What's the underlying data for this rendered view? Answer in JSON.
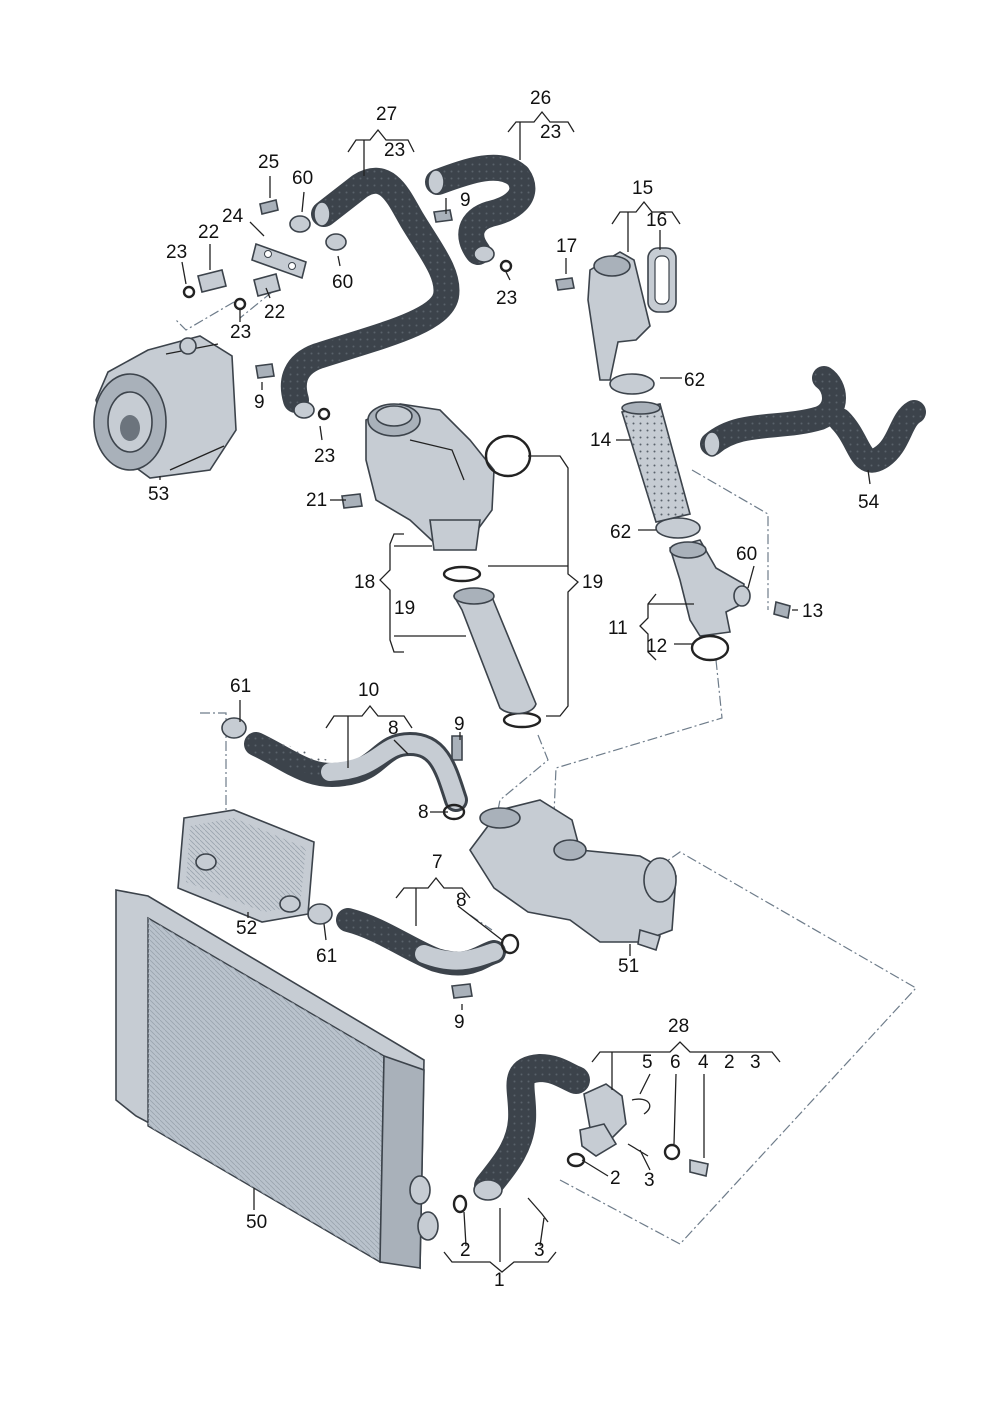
{
  "labels": {
    "l1": "1",
    "l2a": "2",
    "l3a": "3",
    "l2b": "2",
    "l3b": "3",
    "l4": "4",
    "l5": "5",
    "l6": "6",
    "l2c": "2",
    "l3c": "3",
    "l28": "28",
    "l7": "7",
    "l8a": "8",
    "l8b": "8",
    "l8c": "8",
    "l9a": "9",
    "l9b": "9",
    "l9c": "9",
    "l9d": "9",
    "l10": "10",
    "l11": "11",
    "l12": "12",
    "l13": "13",
    "l14": "14",
    "l15": "15",
    "l16": "16",
    "l17": "17",
    "l18": "18",
    "l19a": "19",
    "l19b": "19",
    "l21": "21",
    "l22a": "22",
    "l22b": "22",
    "l23a": "23",
    "l23b": "23",
    "l23c": "23",
    "l23d": "23",
    "l23e": "23",
    "l23f": "23",
    "l24": "24",
    "l25": "25",
    "l26": "26",
    "l27": "27",
    "l50": "50",
    "l51": "51",
    "l52": "52",
    "l53": "53",
    "l54": "54",
    "l60a": "60",
    "l60b": "60",
    "l60c": "60",
    "l61a": "61",
    "l61b": "61",
    "l62a": "62",
    "l62b": "62"
  },
  "colors": {
    "part_fill": "#c6ccd3",
    "outline": "#3c434b",
    "hose_pattern": "#b3b9c0",
    "dash_line": "#6e7c8a"
  }
}
